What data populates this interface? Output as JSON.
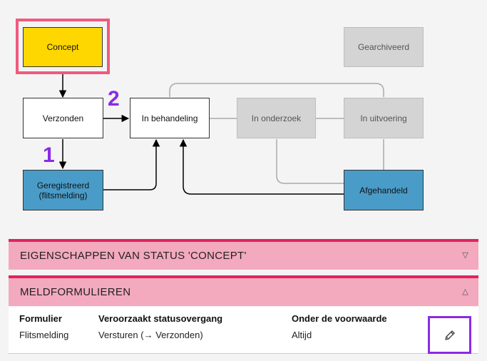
{
  "workflow": {
    "nodes": {
      "concept": "Concept",
      "gearchiveerd": "Gearchiveerd",
      "verzonden": "Verzonden",
      "in_behandeling": "In behandeling",
      "in_onderzoek": "In onderzoek",
      "in_uitvoering": "In uitvoering",
      "geregistreerd_line1": "Geregistreerd",
      "geregistreerd_line2": "(flitsmelding)",
      "afgehandeld": "Afgehandeld"
    },
    "markers": {
      "one": "1",
      "two": "2"
    }
  },
  "panels": {
    "properties": {
      "title": "EIGENSCHAPPEN VAN STATUS 'CONCEPT'",
      "chevron": "▽"
    },
    "forms": {
      "title": "MELDFORMULIEREN",
      "chevron": "△",
      "headers": {
        "formulier": "Formulier",
        "overgang": "Veroorzaakt statusovergang",
        "voorwaarde": "Onder de voorwaarde"
      },
      "row": {
        "formulier": "Flitsmelding",
        "overgang": "Versturen (→ Verzonden)",
        "voorwaarde": "Altijd"
      }
    }
  },
  "colors": {
    "accent": "#e0245e",
    "panel_bg": "#f3a9be",
    "highlight": "#f05a7e",
    "marker": "#8a2be2",
    "node_blue": "#4a9cc8",
    "node_yellow": "#ffd700",
    "node_grey": "#d4d4d4"
  }
}
